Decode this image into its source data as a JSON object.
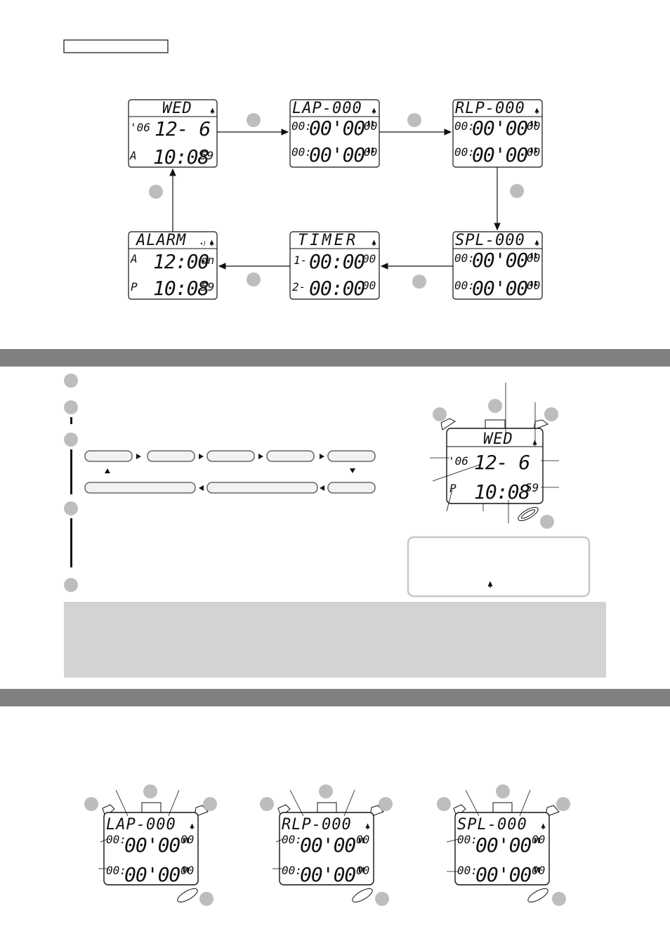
{
  "flow": {
    "screens": [
      {
        "id": "time",
        "title": "WED",
        "line1_left": "'06",
        "line1_main": "12- 6",
        "line1_right": "",
        "line2_left": "A",
        "line2_main": "10:08",
        "line2_right": "59"
      },
      {
        "id": "lap",
        "title": "LAP-000",
        "line1_left": "00:",
        "line1_main": "00'00\"",
        "line1_right": "00",
        "line2_left": "00:",
        "line2_main": "00'00\"",
        "line2_right": "00"
      },
      {
        "id": "rlp",
        "title": "RLP-000",
        "line1_left": "00:",
        "line1_main": "00'00\"",
        "line1_right": "00",
        "line2_left": "00:",
        "line2_main": "00'00\"",
        "line2_right": "00"
      },
      {
        "id": "spl",
        "title": "SPL-000",
        "line1_left": "00:",
        "line1_main": "00'00\"",
        "line1_right": "00",
        "line2_left": "00:",
        "line2_main": "00'00\"",
        "line2_right": "00"
      },
      {
        "id": "timer",
        "title": "TIMER",
        "line1_left": "1-",
        "line1_main": "00:00",
        "line1_right": "00",
        "line2_left": "2-",
        "line2_main": "00:00",
        "line2_right": "00"
      },
      {
        "id": "alarm",
        "title": "ALARM",
        "line1_left": "A",
        "line1_main": "12:00",
        "line1_right": "on",
        "line2_left": "P",
        "line2_main": "10:08",
        "line2_right": "59"
      }
    ]
  },
  "time_display": {
    "title": "WED",
    "year": "'06",
    "date": "12- 6",
    "ampm": "P",
    "time": "10:08",
    "seconds": "59"
  },
  "bottom_screens": [
    {
      "title": "LAP-000",
      "line1_left": "00:",
      "line1_main": "00'00\"",
      "line1_right": "00",
      "line2_left": "00:",
      "line2_main": "00'00\"",
      "line2_right": "00"
    },
    {
      "title": "RLP-000",
      "line1_left": "00:",
      "line1_main": "00'00\"",
      "line1_right": "00",
      "line2_left": "00:",
      "line2_main": "00'00\"",
      "line2_right": "00"
    },
    {
      "title": "SPL-000",
      "line1_left": "00:",
      "line1_main": "00'00\"",
      "line1_right": "00",
      "line2_left": "00:",
      "line2_main": "00'00\"",
      "line2_right": "00"
    }
  ],
  "colors": {
    "section_bar": "#808080",
    "note_box": "#d3d3d3",
    "step_circle": "#bdbdbd",
    "outline": "#111111"
  }
}
